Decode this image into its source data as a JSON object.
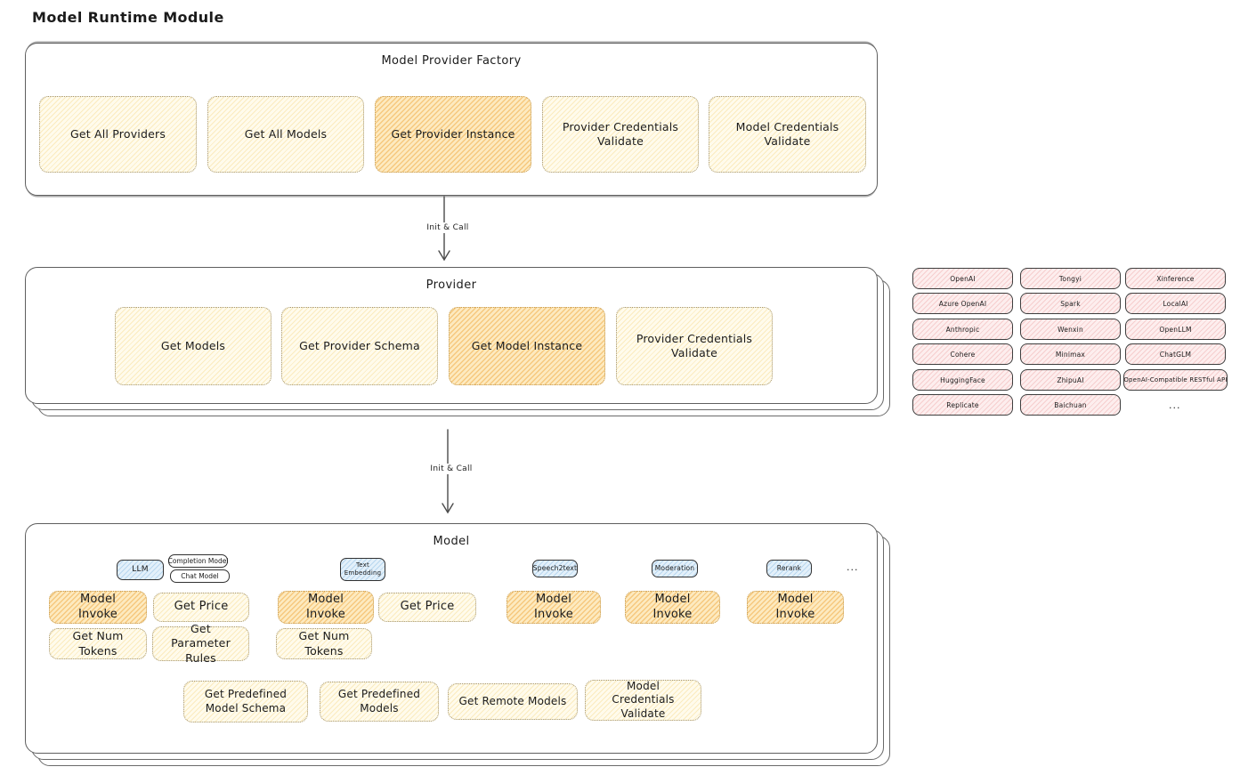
{
  "title": "Model Runtime Module",
  "connectors": {
    "label1": "Init & Call",
    "label2": "Init & Call"
  },
  "factory": {
    "title": "Model Provider Factory",
    "boxes": [
      {
        "label": "Get All Providers",
        "highlighted": false
      },
      {
        "label": "Get All Models",
        "highlighted": false
      },
      {
        "label": "Get Provider Instance",
        "highlighted": true
      },
      {
        "label": "Provider Credentials Validate",
        "highlighted": false
      },
      {
        "label": "Model Credentials Validate",
        "highlighted": false
      }
    ]
  },
  "provider": {
    "title": "Provider",
    "boxes": [
      {
        "label": "Get Models",
        "highlighted": false
      },
      {
        "label": "Get Provider Schema",
        "highlighted": false
      },
      {
        "label": "Get Model Instance",
        "highlighted": true
      },
      {
        "label": "Provider Credentials Validate",
        "highlighted": false
      }
    ]
  },
  "catalog": {
    "columns": [
      [
        "OpenAI",
        "Azure OpenAI",
        "Anthropic",
        "Cohere",
        "HuggingFace",
        "Replicate"
      ],
      [
        "Tongyi",
        "Spark",
        "Wenxin",
        "Minimax",
        "ZhipuAI",
        "Baichuan"
      ],
      [
        "Xinference",
        "LocalAI",
        "OpenLLM",
        "ChatGLM",
        "OpenAI-Compatible RESTful API"
      ]
    ],
    "more": "..."
  },
  "model": {
    "title": "Model",
    "tags": [
      "LLM",
      "Completion Model",
      "Chat Model",
      "Text Embedding",
      "Speech2text",
      "Moderation",
      "Rerank"
    ],
    "more": "...",
    "ops": {
      "model_invoke": "Model Invoke",
      "get_price": "Get Price",
      "get_num_tokens": "Get Num Tokens",
      "get_parameter_rules": "Get Parameter Rules",
      "get_predefined_model_schema": "Get Predefined Model Schema",
      "get_predefined_models": "Get Predefined Models",
      "get_remote_models": "Get Remote Models",
      "model_credentials_validate": "Model Credentials Validate"
    }
  },
  "colors": {
    "yellow_fill": "#fffbec",
    "orange_highlight": "#f5c26b",
    "pink_fill": "#fdeeee",
    "blue_fill": "#e3f0fa",
    "border_dark": "#3e3e3e",
    "container_border": "#5f5f5f"
  }
}
